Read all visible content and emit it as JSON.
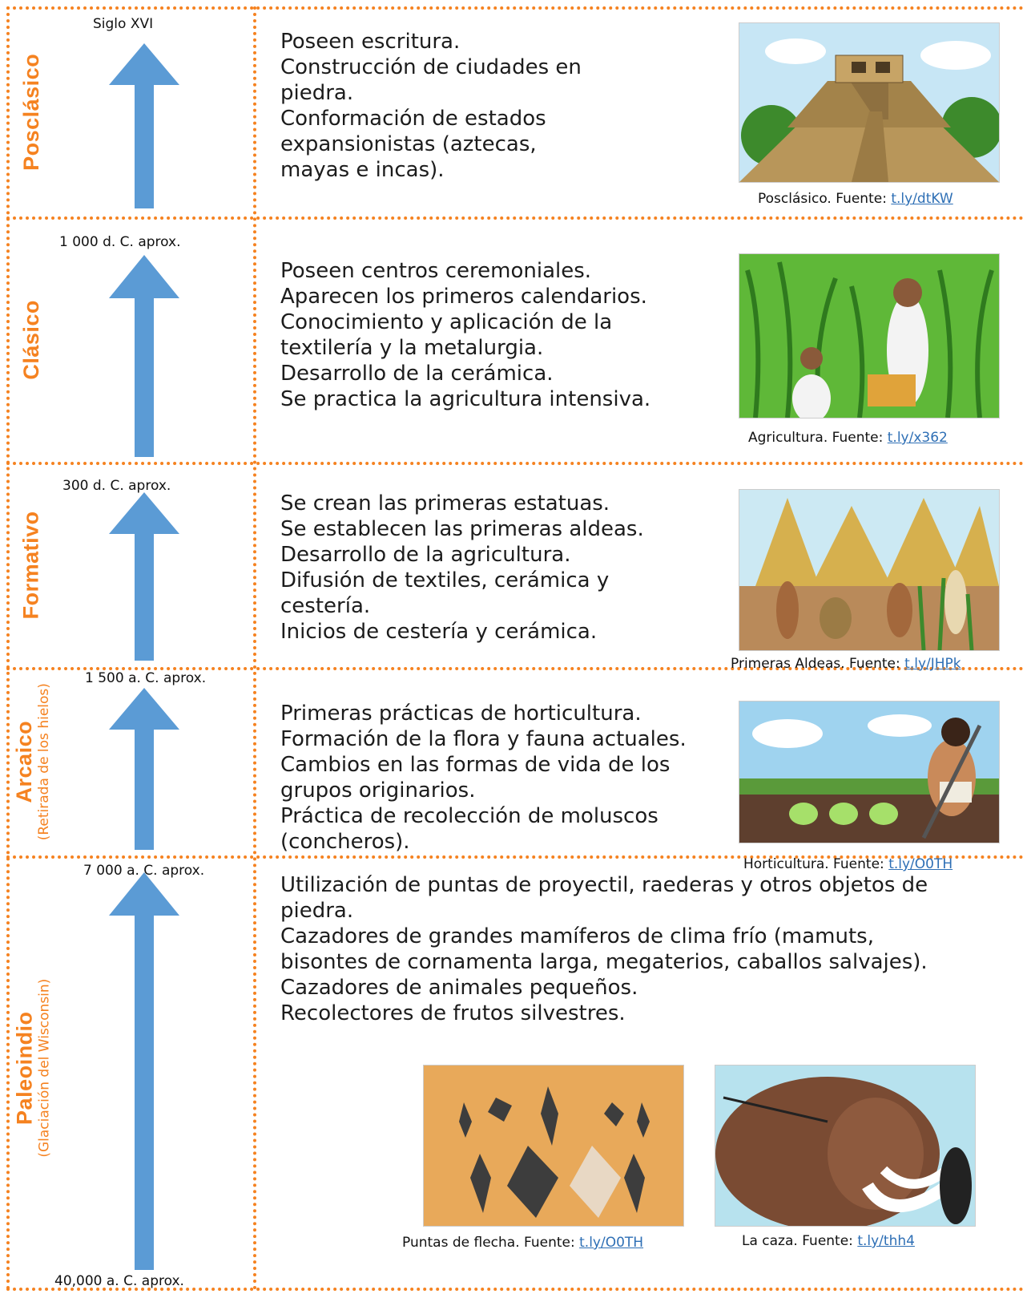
{
  "periods": [
    {
      "name": "Posclásico",
      "subtitle": "",
      "date_top": "Siglo XVI",
      "date_bottom": "",
      "features": [
        "Poseen escritura.",
        "Construcción de ciudades en",
        "piedra.",
        "Conformación de estados",
        "expansionistas (aztecas,",
        "mayas e incas)."
      ],
      "images": [
        {
          "caption": "Posclásico. Fuente: ",
          "link": "t.ly/dtKW"
        }
      ]
    },
    {
      "name": "Clásico",
      "subtitle": "",
      "date_top": "1 000 d. C. aprox.",
      "date_bottom": "",
      "features": [
        "Poseen centros ceremoniales.",
        "Aparecen los primeros calendarios.",
        "Conocimiento y aplicación de la",
        "textilería y la metalurgia.",
        "Desarrollo de la cerámica.",
        "Se practica la agricultura intensiva."
      ],
      "images": [
        {
          "caption": "Agricultura. Fuente: ",
          "link": "t.ly/x362"
        }
      ]
    },
    {
      "name": "Formativo",
      "subtitle": "",
      "date_top": "300  d. C.  aprox.",
      "date_bottom": "1 500 a. C. aprox.",
      "features": [
        "Se crean las primeras estatuas.",
        "Se establecen las primeras aldeas.",
        "Desarrollo de la agricultura.",
        "Difusión de textiles, cerámica y",
        "cestería.",
        "Inicios de cestería y cerámica."
      ],
      "images": [
        {
          "caption": "Primeras Aldeas. Fuente: ",
          "link": "t.ly/JHPk"
        }
      ]
    },
    {
      "name": "Arcaico",
      "subtitle": "(Retirada de los hielos)",
      "date_top": "",
      "date_bottom": "7 000 a. C. aprox.",
      "features": [
        "Primeras prácticas de horticultura.",
        "Formación de la flora y fauna actuales.",
        "Cambios en las formas de vida de los",
        "grupos originarios.",
        "Práctica de recolección de moluscos",
        "(concheros)."
      ],
      "images": [
        {
          "caption": "Horticultura. Fuente: ",
          "link": "t.ly/O0TH"
        }
      ]
    },
    {
      "name": "Paleoindio",
      "subtitle": "(Glaciación del Wisconsin)",
      "date_top": "",
      "date_bottom": "40,000 a. C. aprox.",
      "features": [
        "Utilización de puntas de proyectil, raederas y otros objetos de",
        "piedra.",
        "Cazadores de grandes mamíferos de clima frío (mamuts,",
        "bisontes de cornamenta larga, megaterios, caballos salvajes).",
        "Cazadores de animales pequeños.",
        "Recolectores de frutos silvestres."
      ],
      "images": [
        {
          "caption": "Puntas de flecha. Fuente: ",
          "link": "t.ly/O0TH"
        },
        {
          "caption": "La caza. Fuente: ",
          "link": "t.ly/thh4"
        }
      ]
    }
  ],
  "colors": {
    "border": "#f58220",
    "arrow": "#5b9bd5",
    "link": "#2e6fb5"
  }
}
